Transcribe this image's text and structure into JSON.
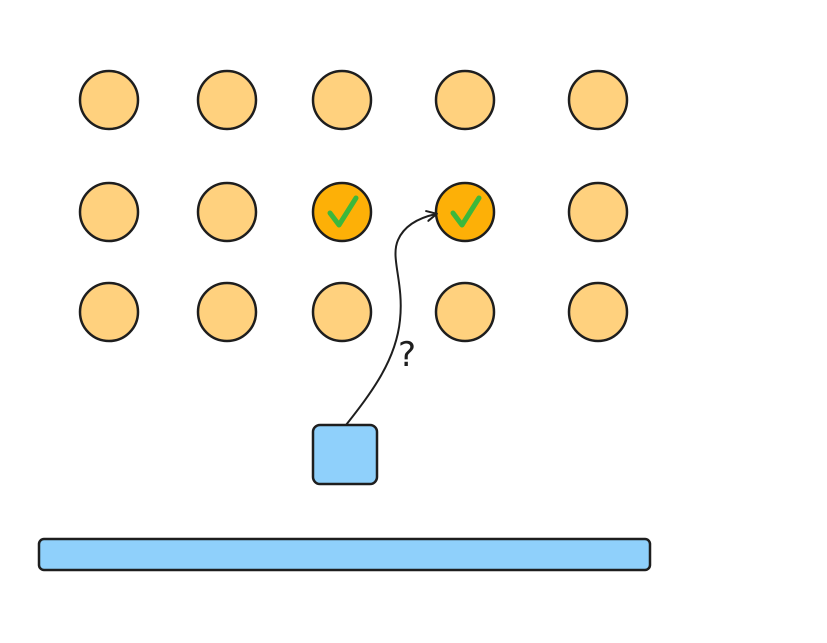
{
  "diagram": {
    "question_mark": "?",
    "grid": {
      "rows": 3,
      "cols": 5,
      "checked": [
        {
          "row": 2,
          "col": 3
        },
        {
          "row": 2,
          "col": 4
        }
      ]
    },
    "colors": {
      "circle_fill": "#ffd17e",
      "circle_checked_fill": "#fdb007",
      "check_mark": "#3cb83c",
      "stroke": "#1e1e1e",
      "shooter_fill": "#8fd0fb",
      "paddle_fill": "#8fd0fb"
    },
    "icons": {
      "check": "checkmark-icon",
      "arrow": "arrow-path"
    }
  }
}
